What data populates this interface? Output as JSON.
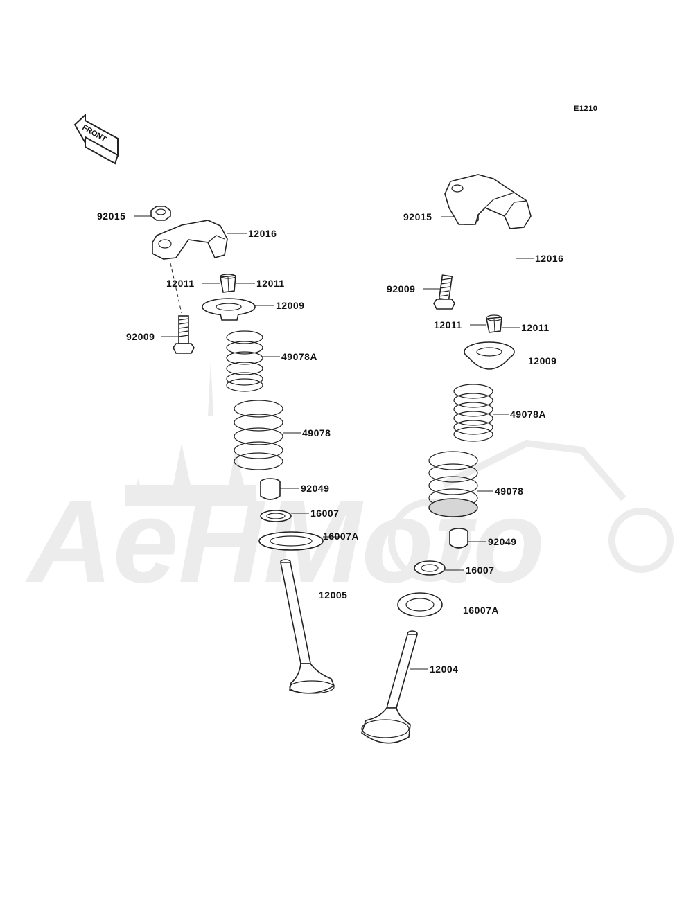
{
  "diagram": {
    "code": "E1210",
    "front_label": "FRONT",
    "watermark_text": "AeHMoto",
    "left_group": {
      "nut": "92015",
      "rocker_arm": "12016",
      "cotter_a": "12011",
      "cotter_b": "12011",
      "retainer": "12009",
      "adjust_screw": "92009",
      "inner_spring": "49078A",
      "outer_spring": "49078",
      "stem_seal": "92049",
      "seat_inner": "16007",
      "seat_outer": "16007A",
      "valve": "12005"
    },
    "right_group": {
      "nut": "92015",
      "rocker_arm": "12016",
      "adjust_screw": "92009",
      "cotter_a": "12011",
      "cotter_b": "12011",
      "retainer": "12009",
      "inner_spring": "49078A",
      "outer_spring": "49078",
      "stem_seal": "92049",
      "seat_inner": "16007",
      "seat_outer": "16007A",
      "valve": "12004"
    }
  }
}
